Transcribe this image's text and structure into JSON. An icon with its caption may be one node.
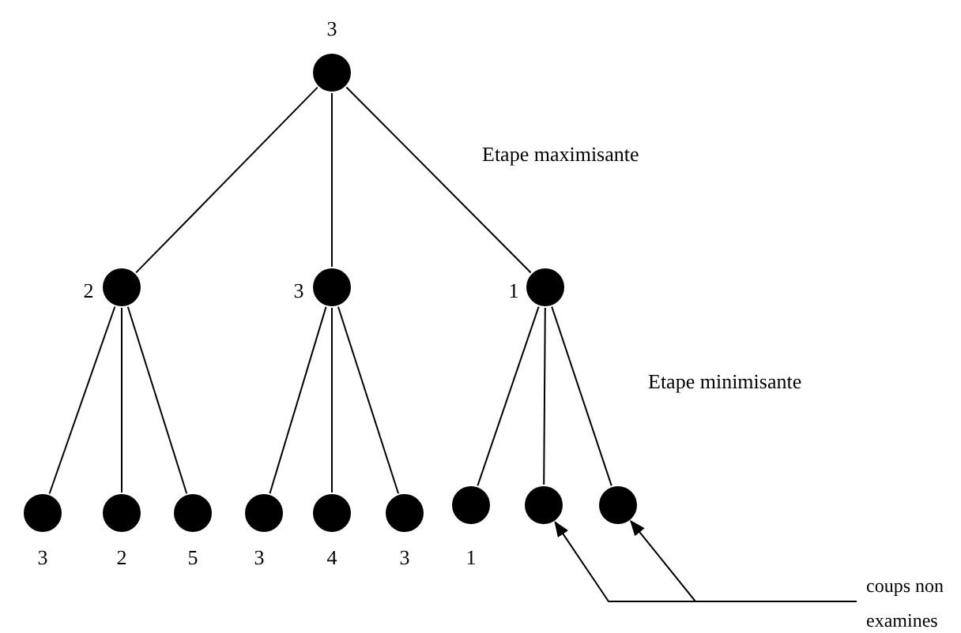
{
  "diagram": {
    "nodes": [
      {
        "text": [],
        "shape": "circle",
        "beside": [
          "3"
        ]
      },
      {
        "text": [],
        "shape": "circle",
        "beside": [
          "2"
        ]
      },
      {
        "text": [],
        "shape": "circle",
        "beside": [
          "3"
        ]
      },
      {
        "text": [],
        "shape": "circle",
        "beside": [
          "1"
        ]
      },
      {
        "text": [],
        "shape": "circle",
        "beside": [
          "3"
        ]
      },
      {
        "text": [],
        "shape": "circle",
        "beside": [
          "2"
        ]
      },
      {
        "text": [],
        "shape": "circle",
        "beside": [
          "5"
        ]
      },
      {
        "text": [],
        "shape": "circle",
        "beside": [
          "3"
        ]
      },
      {
        "text": [],
        "shape": "circle",
        "beside": [
          "4"
        ]
      },
      {
        "text": [],
        "shape": "circle",
        "beside": [
          "3"
        ]
      },
      {
        "text": [],
        "shape": "circle",
        "beside": [
          "1"
        ]
      },
      {
        "text": [],
        "shape": "circle"
      },
      {
        "text": [],
        "shape": "circle"
      },
      {
        "text": [
          "coups non examines"
        ]
      }
    ],
    "edges": [
      {
        "from": 0,
        "to": 1,
        "arrow": "none"
      },
      {
        "from": 0,
        "to": 2,
        "arrow": "none"
      },
      {
        "from": 0,
        "to": 3,
        "arrow": "none"
      },
      {
        "from": 1,
        "to": 4,
        "arrow": "none"
      },
      {
        "from": 1,
        "to": 5,
        "arrow": "none"
      },
      {
        "from": 1,
        "to": 6,
        "arrow": "none"
      },
      {
        "from": 2,
        "to": 7,
        "arrow": "none"
      },
      {
        "from": 2,
        "to": 8,
        "arrow": "none"
      },
      {
        "from": 2,
        "to": 9,
        "arrow": "none"
      },
      {
        "from": 3,
        "to": 10,
        "arrow": "none"
      },
      {
        "from": 3,
        "to": 11,
        "arrow": "none"
      },
      {
        "from": 3,
        "to": 12,
        "arrow": "none"
      },
      {
        "from": 13,
        "to": 11,
        "arrow": "to"
      },
      {
        "from": 13,
        "to": 12,
        "arrow": "to"
      }
    ],
    "labels": [
      "Etape maximisante",
      "Etape minimisante"
    ]
  }
}
